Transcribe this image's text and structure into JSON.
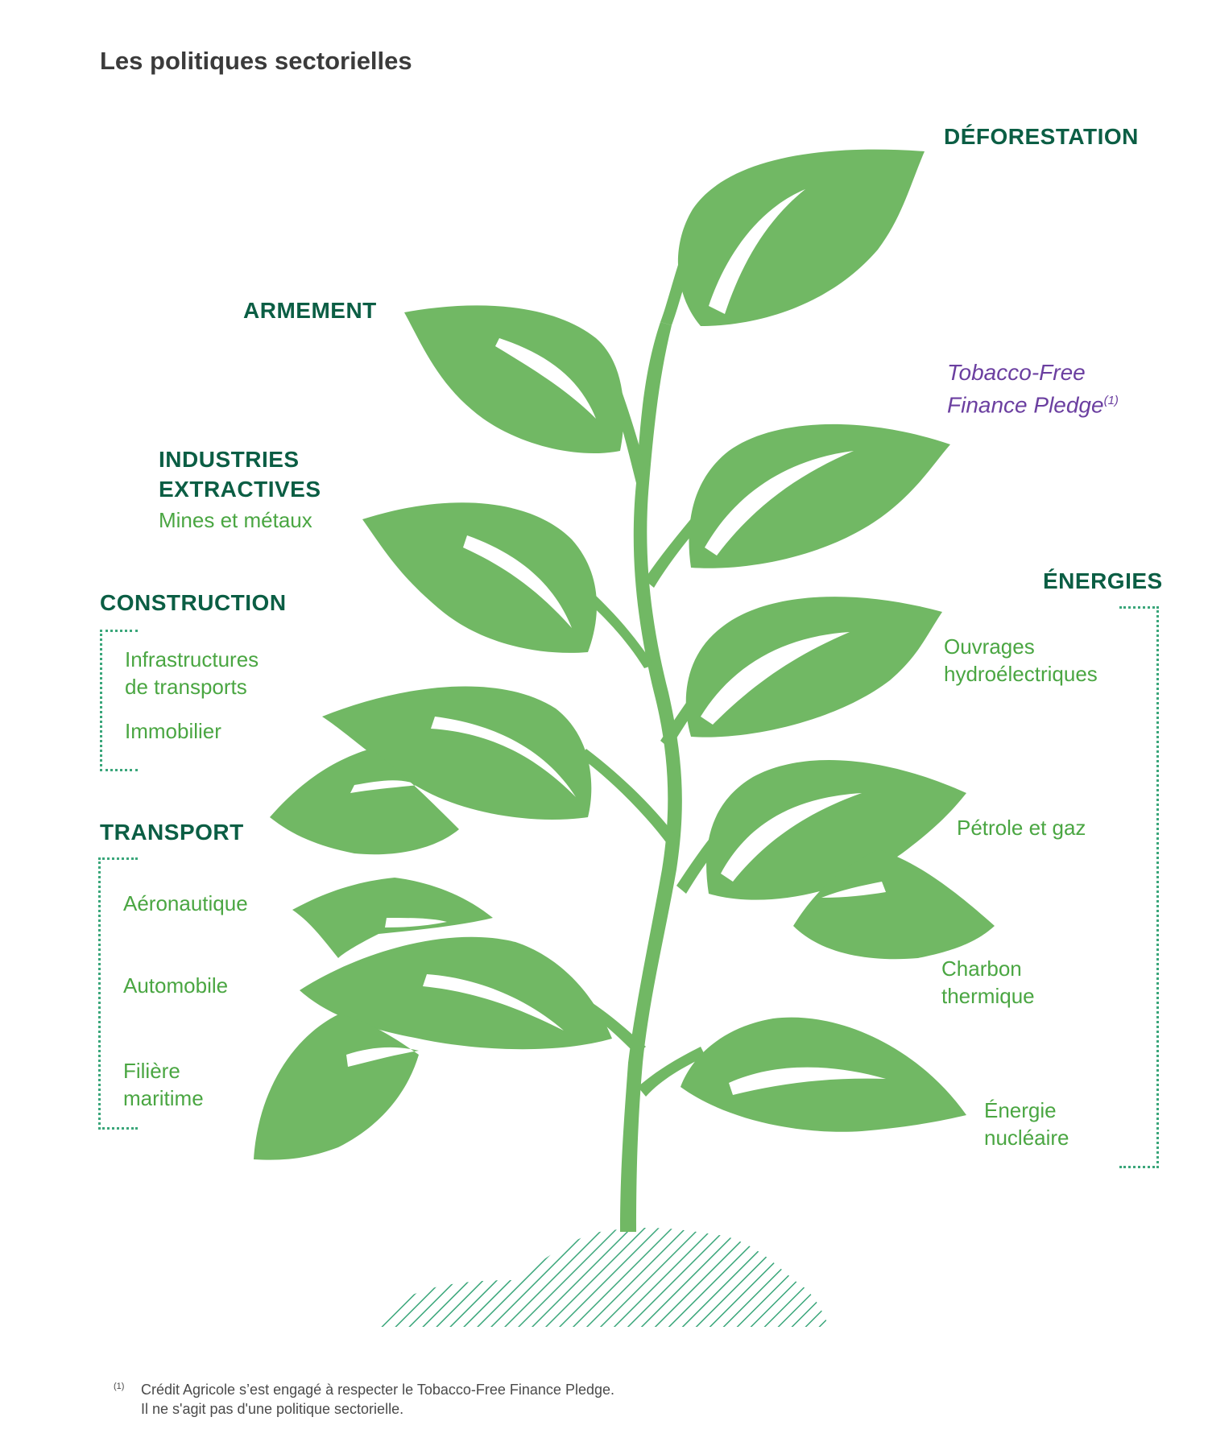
{
  "title": "Les politiques sectorielles",
  "left": {
    "armement": {
      "label": "ARMEMENT"
    },
    "industries": {
      "label_line1": "INDUSTRIES",
      "label_line2": "EXTRACTIVES",
      "sub": "Mines et métaux"
    },
    "construction": {
      "label": "CONSTRUCTION",
      "items": [
        "Infrastructures",
        "de transports",
        "Immobilier"
      ]
    },
    "transport": {
      "label": "TRANSPORT",
      "items": [
        "Aéronautique",
        "Automobile",
        "Filière",
        "maritime"
      ]
    }
  },
  "right": {
    "deforestation": {
      "label": "DÉFORESTATION"
    },
    "pledge": {
      "line1": "Tobacco-Free",
      "line2": "Finance Pledge",
      "mark": "(1)"
    },
    "energies": {
      "label": "ÉNERGIES",
      "items": [
        "Ouvrages",
        "hydroélectriques",
        "Pétrole et gaz",
        "Charbon",
        "thermique",
        "Énergie",
        "nucléaire"
      ]
    }
  },
  "footnote": {
    "mark": "(1)",
    "line1": "Crédit Agricole s’est engagé à respecter le Tobacco-Free Finance Pledge.",
    "line2": "Il ne s'agit pas d'une politique sectorielle."
  },
  "colors": {
    "leaf": "#71b864",
    "heading": "#0b5e44",
    "subtext": "#4aa642",
    "pledge": "#6b3fa0",
    "bracket": "#3aa67a",
    "soil_hatch": "#3aa67a"
  }
}
